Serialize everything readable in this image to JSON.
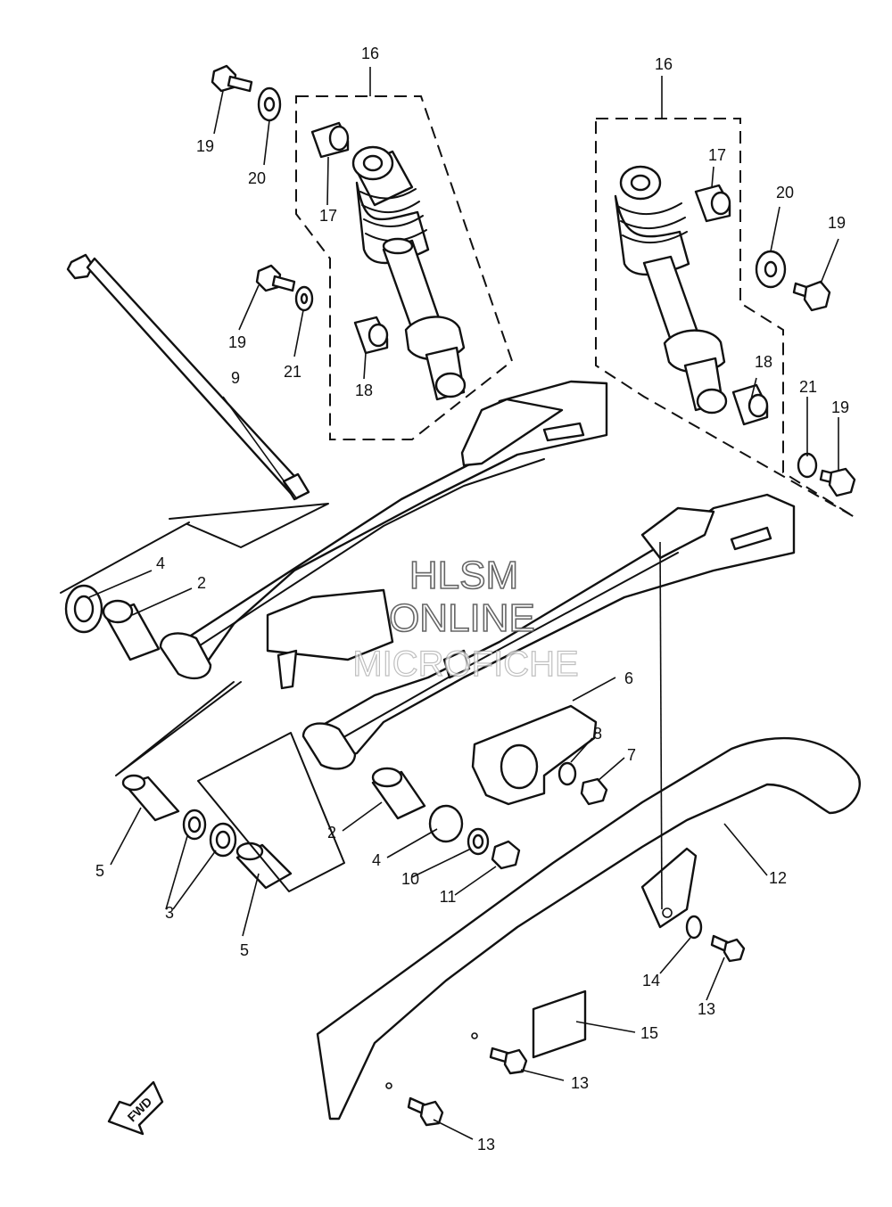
{
  "watermark": {
    "line1": "HLSM",
    "line2": "ONLINE",
    "line3": "MICROFICHE"
  },
  "direction_badge": "FWD",
  "callouts": [
    {
      "id": "c16a",
      "label": "16"
    },
    {
      "id": "c16b",
      "label": "16"
    },
    {
      "id": "c19a",
      "label": "19"
    },
    {
      "id": "c20a",
      "label": "20"
    },
    {
      "id": "c17a",
      "label": "17"
    },
    {
      "id": "c19b",
      "label": "19"
    },
    {
      "id": "c21a",
      "label": "21"
    },
    {
      "id": "c18a",
      "label": "18"
    },
    {
      "id": "c9",
      "label": "9"
    },
    {
      "id": "c17b",
      "label": "17"
    },
    {
      "id": "c20b",
      "label": "20"
    },
    {
      "id": "c19c",
      "label": "19"
    },
    {
      "id": "c18b",
      "label": "18"
    },
    {
      "id": "c21b",
      "label": "21"
    },
    {
      "id": "c19d",
      "label": "19"
    },
    {
      "id": "c4a",
      "label": "4"
    },
    {
      "id": "c2a",
      "label": "2"
    },
    {
      "id": "c6",
      "label": "6"
    },
    {
      "id": "c8",
      "label": "8"
    },
    {
      "id": "c7",
      "label": "7"
    },
    {
      "id": "c5a",
      "label": "5"
    },
    {
      "id": "c3",
      "label": "3"
    },
    {
      "id": "c5b",
      "label": "5"
    },
    {
      "id": "c2b",
      "label": "2"
    },
    {
      "id": "c4b",
      "label": "4"
    },
    {
      "id": "c10",
      "label": "10"
    },
    {
      "id": "c11",
      "label": "11"
    },
    {
      "id": "c12",
      "label": "12"
    },
    {
      "id": "c14",
      "label": "14"
    },
    {
      "id": "c13a",
      "label": "13"
    },
    {
      "id": "c15",
      "label": "15"
    },
    {
      "id": "c13b",
      "label": "13"
    },
    {
      "id": "c13c",
      "label": "13"
    }
  ]
}
